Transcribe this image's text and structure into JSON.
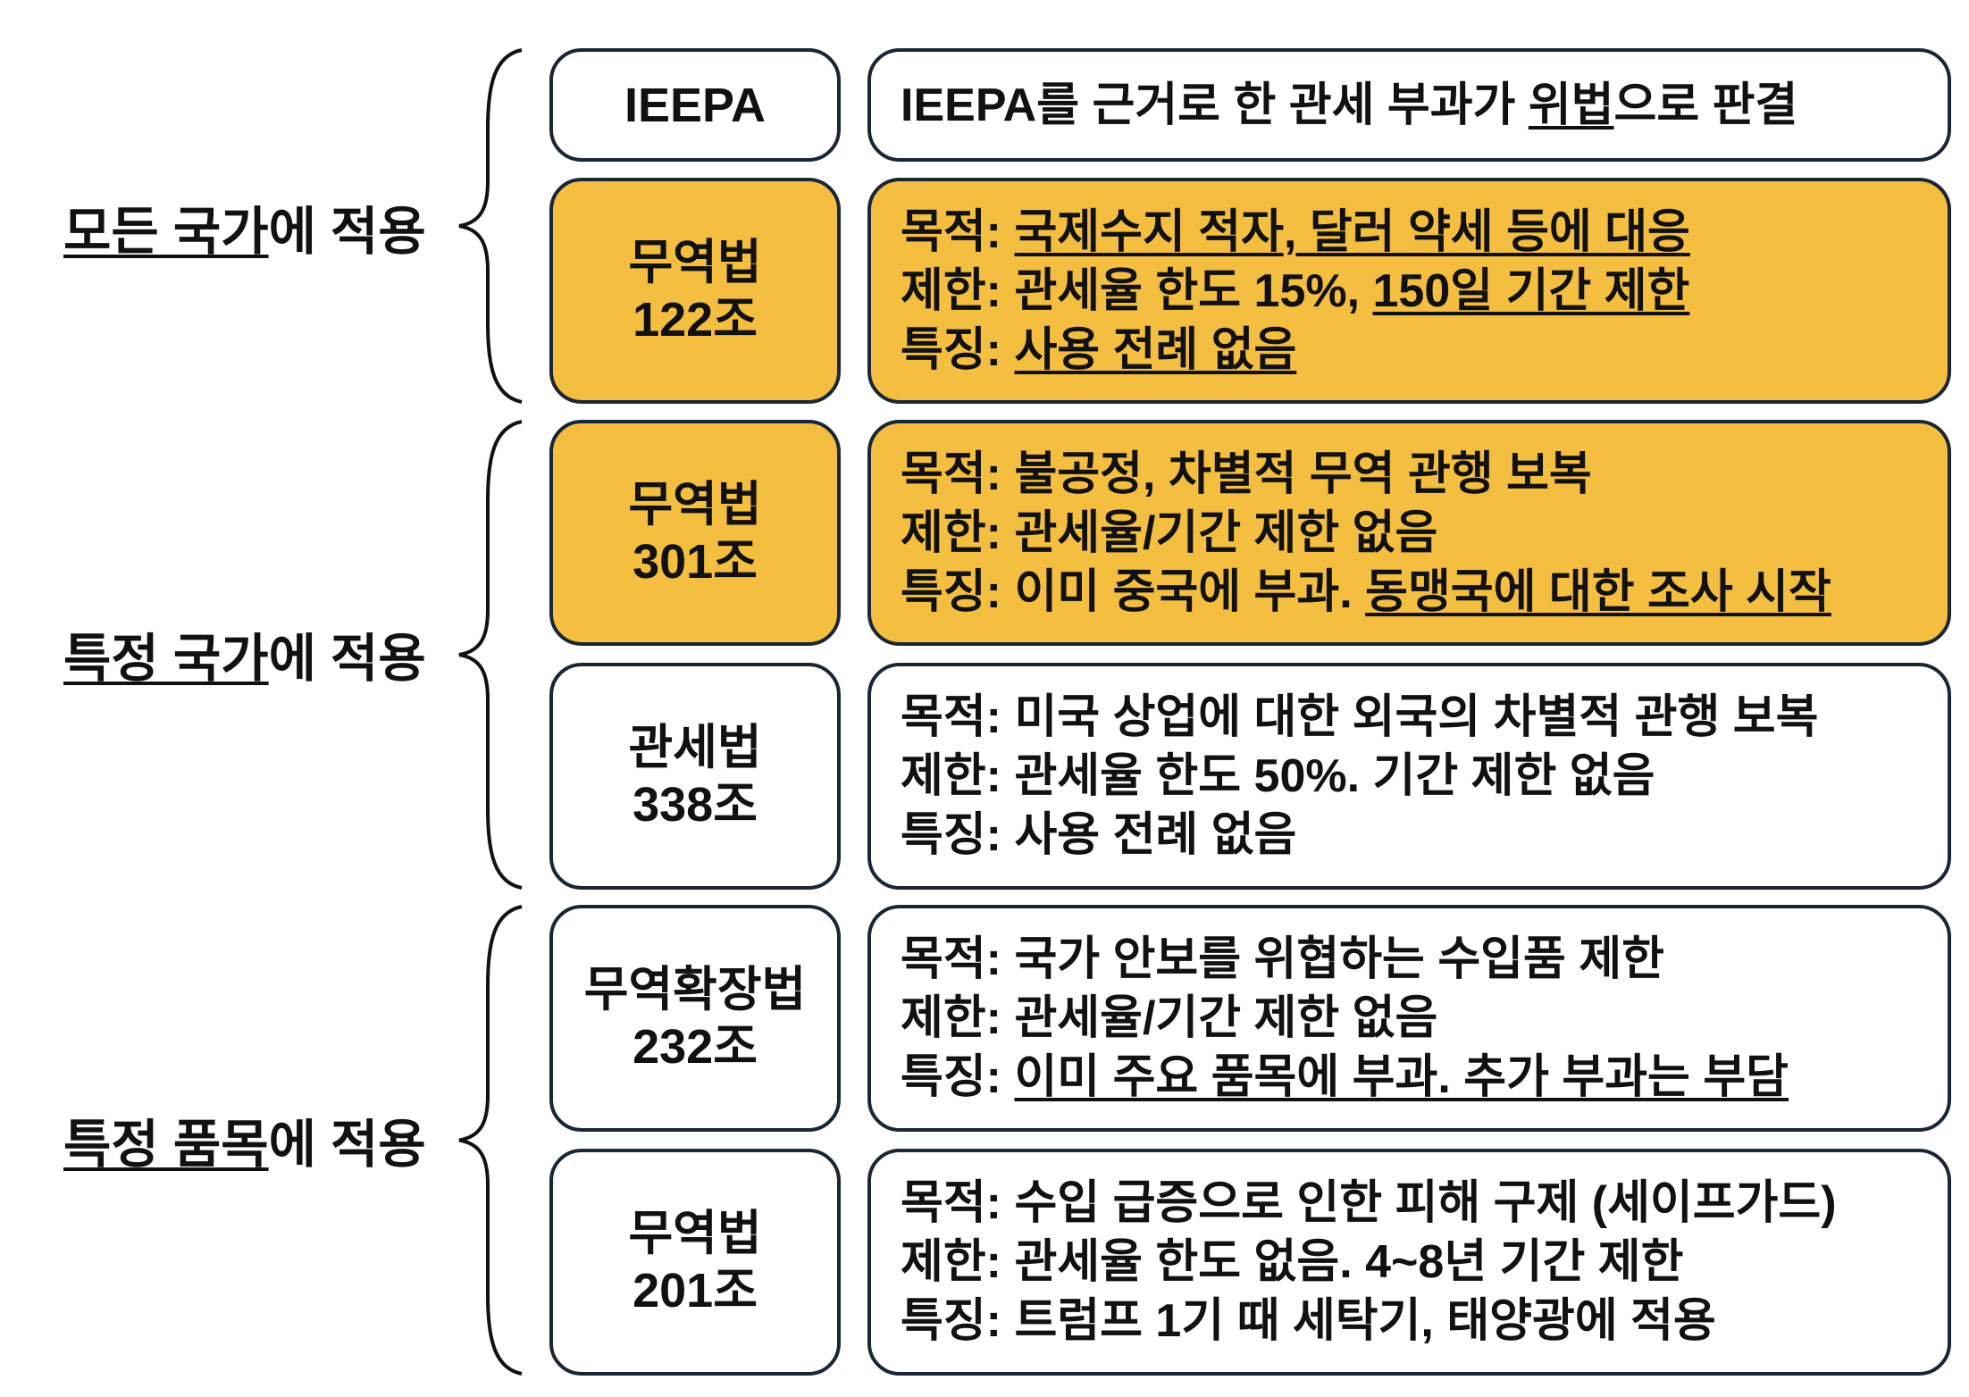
{
  "colors": {
    "highlight": "#f4be41",
    "border": "#1b2635"
  },
  "groups": [
    {
      "label_underlined": "모든 국가",
      "label_rest": "에 적용"
    },
    {
      "label_underlined": "특정 국가",
      "label_rest": "에 적용"
    },
    {
      "label_underlined": "특정 품목",
      "label_rest": "에 적용"
    }
  ],
  "rows": [
    {
      "law": [
        "IEEPA"
      ],
      "highlighted": false,
      "lines": [
        [
          {
            "t": "IEEPA를 근거로 한 관세 부과가 ",
            "u": false
          },
          {
            "t": "위법",
            "u": true
          },
          {
            "t": "으로 판결",
            "u": false
          }
        ]
      ]
    },
    {
      "law": [
        "무역법",
        "122조"
      ],
      "highlighted": true,
      "lines": [
        [
          {
            "t": "목적: ",
            "u": false
          },
          {
            "t": "국제수지 적자, 달러 약세 등에 대응",
            "u": true
          }
        ],
        [
          {
            "t": "제한: 관세율 한도 15%, ",
            "u": false
          },
          {
            "t": "150일 기간 제한",
            "u": true
          }
        ],
        [
          {
            "t": "특징: ",
            "u": false
          },
          {
            "t": "사용 전례 없음",
            "u": true
          }
        ]
      ]
    },
    {
      "law": [
        "무역법",
        "301조"
      ],
      "highlighted": true,
      "lines": [
        [
          {
            "t": "목적: 불공정, 차별적 무역 관행 보복",
            "u": false
          }
        ],
        [
          {
            "t": "제한: 관세율/기간 제한 없음",
            "u": false
          }
        ],
        [
          {
            "t": "특징: 이미 중국에 부과. ",
            "u": false
          },
          {
            "t": "동맹국에 대한 조사 시작",
            "u": true
          }
        ]
      ]
    },
    {
      "law": [
        "관세법",
        "338조"
      ],
      "highlighted": false,
      "lines": [
        [
          {
            "t": "목적: 미국 상업에 대한 외국의 차별적 관행 보복",
            "u": false
          }
        ],
        [
          {
            "t": "제한: 관세율 한도 50%. 기간 제한 없음",
            "u": false
          }
        ],
        [
          {
            "t": "특징: 사용 전례 없음",
            "u": false
          }
        ]
      ]
    },
    {
      "law": [
        "무역확장법",
        "232조"
      ],
      "highlighted": false,
      "lines": [
        [
          {
            "t": "목적: 국가 안보를 위협하는 수입품 제한",
            "u": false
          }
        ],
        [
          {
            "t": "제한: 관세율/기간 제한 없음",
            "u": false
          }
        ],
        [
          {
            "t": "특징: ",
            "u": false
          },
          {
            "t": "이미 주요 품목에 부과. 추가 부과는 부담",
            "u": true
          }
        ]
      ]
    },
    {
      "law": [
        "무역법",
        "201조"
      ],
      "highlighted": false,
      "lines": [
        [
          {
            "t": "목적: 수입 급증으로 인한 피해 구제 (세이프가드)",
            "u": false
          }
        ],
        [
          {
            "t": "제한: 관세율 한도 없음. 4~8년 기간 제한",
            "u": false
          }
        ],
        [
          {
            "t": "특징: 트럼프 1기 때 세탁기, 태양광에 적용",
            "u": false
          }
        ]
      ]
    }
  ]
}
